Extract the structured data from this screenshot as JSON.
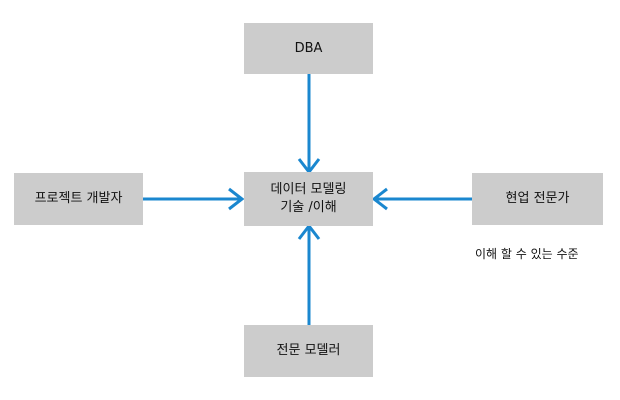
{
  "colors": {
    "box_fill": "#cccccc",
    "arrow": "#1a87cf",
    "text": "#111111",
    "background": "#ffffff"
  },
  "nodes": {
    "top": {
      "label": "DBA"
    },
    "center": {
      "line1": "데이터 모델링",
      "line2": "기술 /이해"
    },
    "left": {
      "label": "프로젝트 개발자"
    },
    "right": {
      "label": "현업 전문가"
    },
    "bottom": {
      "label": "전문 모델러"
    }
  },
  "annotations": {
    "right_caption": "이해 할 수 있는 수준"
  },
  "edges": [
    {
      "from": "DBA",
      "to": "데이터 모델링 기술 /이해"
    },
    {
      "from": "프로젝트 개발자",
      "to": "데이터 모델링 기술 /이해"
    },
    {
      "from": "현업 전문가",
      "to": "데이터 모델링 기술 /이해"
    },
    {
      "from": "전문 모델러",
      "to": "데이터 모델링 기술 /이해"
    }
  ]
}
